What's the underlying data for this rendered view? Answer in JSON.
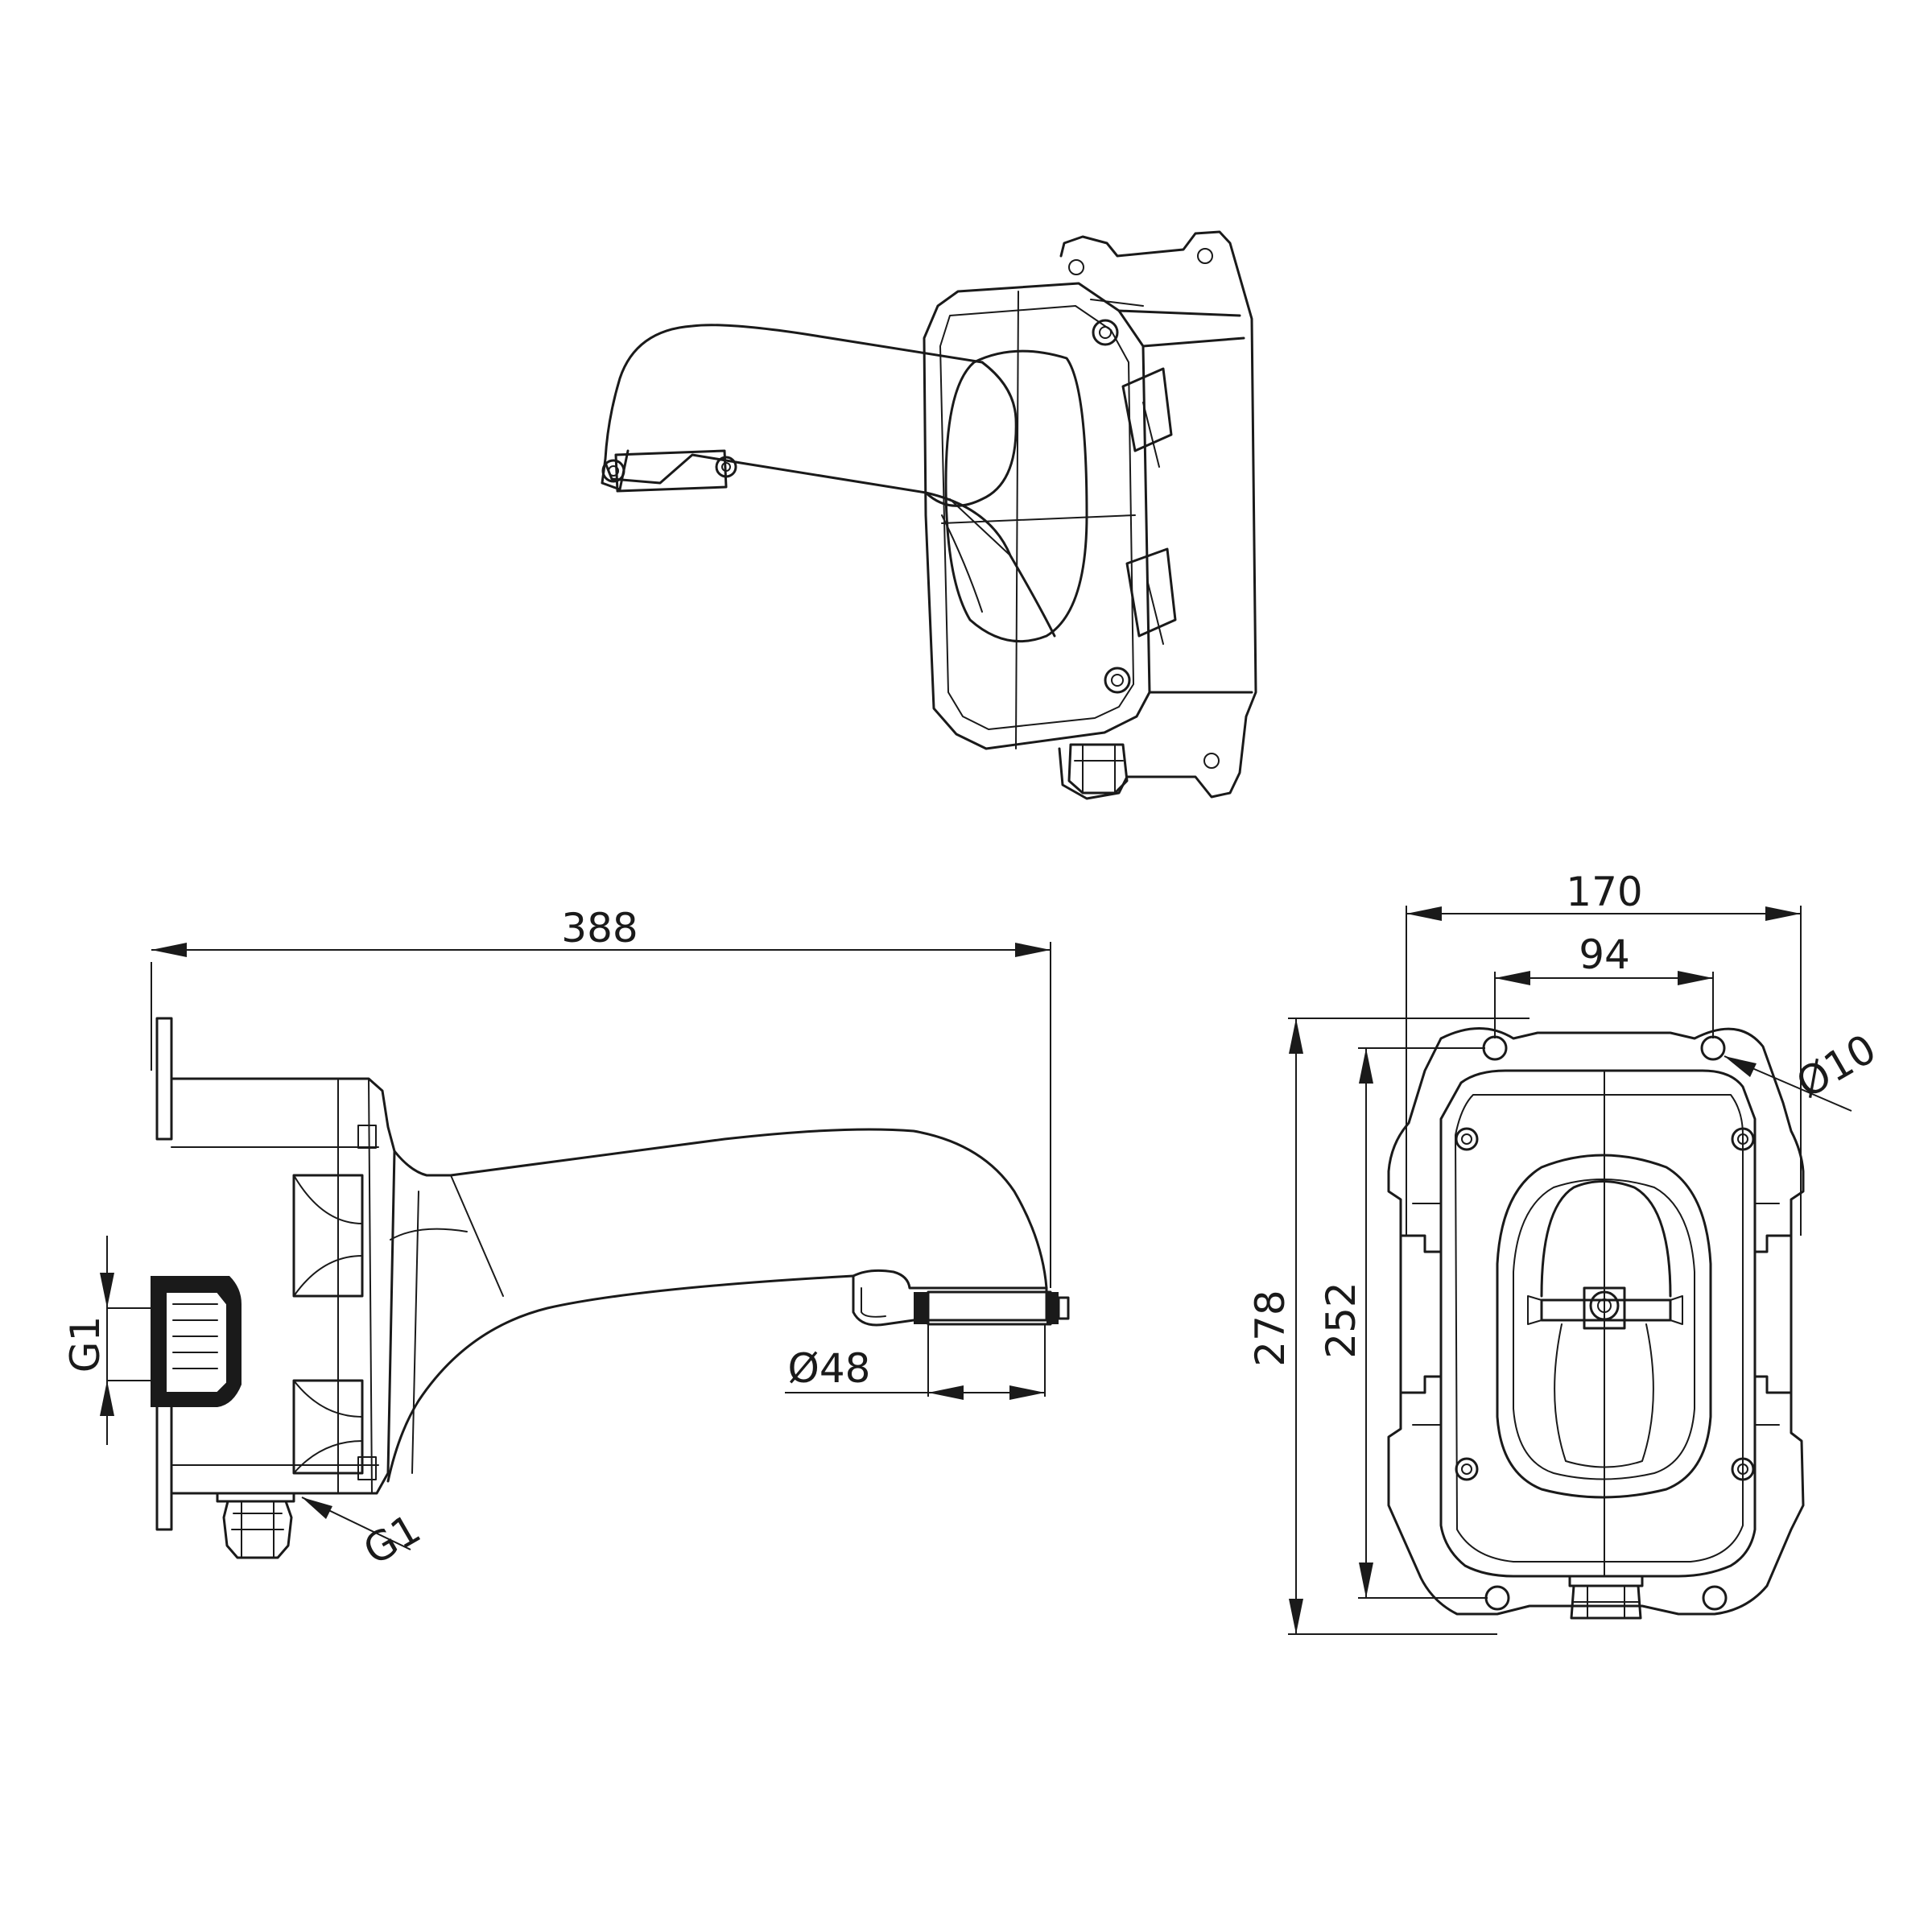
{
  "dimensions": {
    "arm_length": "388",
    "box_width": "170",
    "hole_spacing_x": "94",
    "hole_diameter": "Ø10",
    "box_height": "278",
    "hole_spacing_y": "252",
    "pipe_diameter": "Ø48",
    "thread_side": "G1",
    "thread_bottom": "G1"
  },
  "colors": {
    "line": "#1a1a1a",
    "background": "#ffffff"
  }
}
